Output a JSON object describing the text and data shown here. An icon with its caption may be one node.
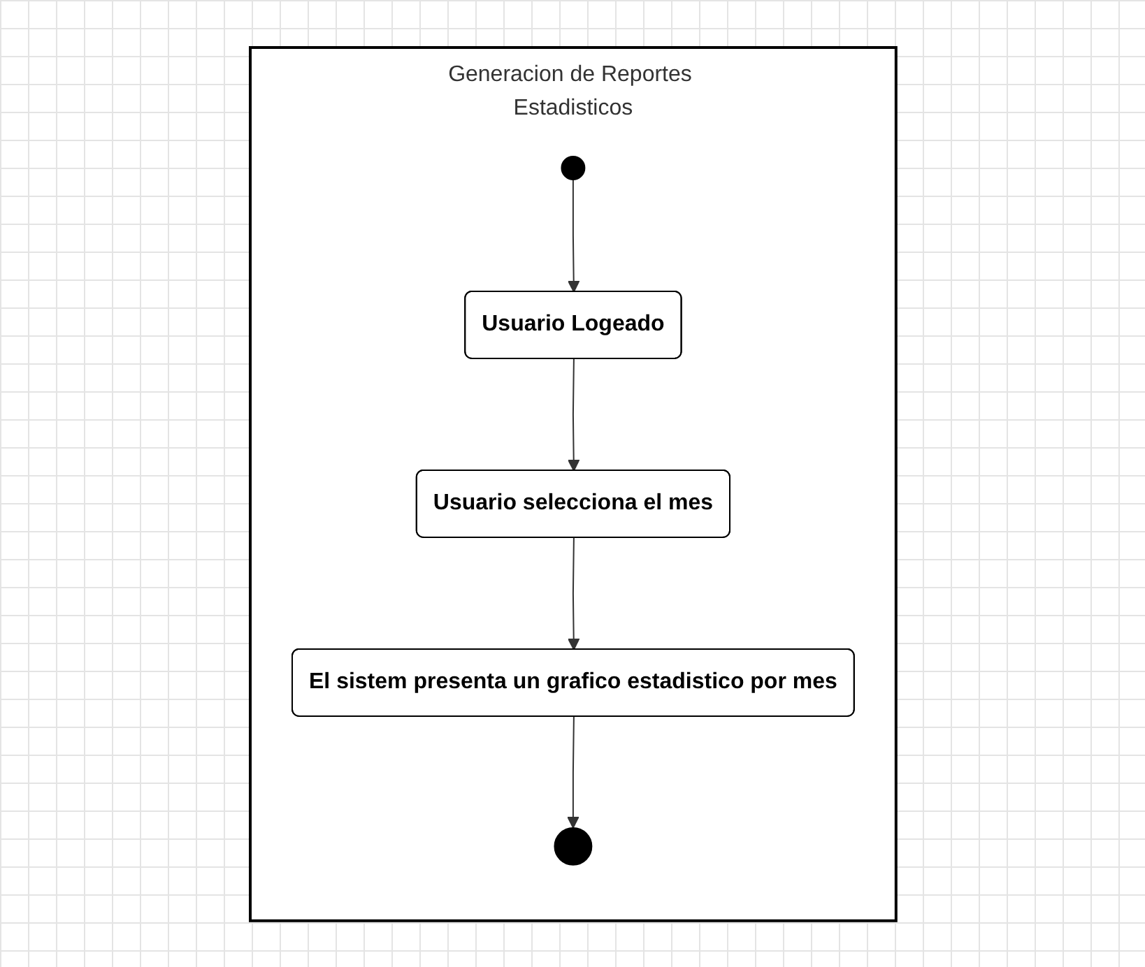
{
  "diagram": {
    "nodes": [
      {
        "text": [
          "Generacion de Reportes Estadisticos"
        ]
      },
      {
        "text": [],
        "shape": "circle",
        "in": 0
      },
      {
        "text": [
          "Usuario Logeado"
        ],
        "in": 0
      },
      {
        "text": [
          "Usuario selecciona el mes"
        ],
        "in": 0
      },
      {
        "text": [
          "El sistem presenta un grafico estadistico por mes"
        ],
        "in": 0
      },
      {
        "text": [],
        "shape": "circle",
        "in": 0
      }
    ],
    "edges": [
      {
        "from": 1,
        "to": 2,
        "arrow": "to"
      },
      {
        "from": 2,
        "to": 3,
        "arrow": "to"
      },
      {
        "from": 3,
        "to": 4,
        "arrow": "to"
      },
      {
        "from": 4,
        "to": 5,
        "arrow": "to"
      }
    ]
  }
}
